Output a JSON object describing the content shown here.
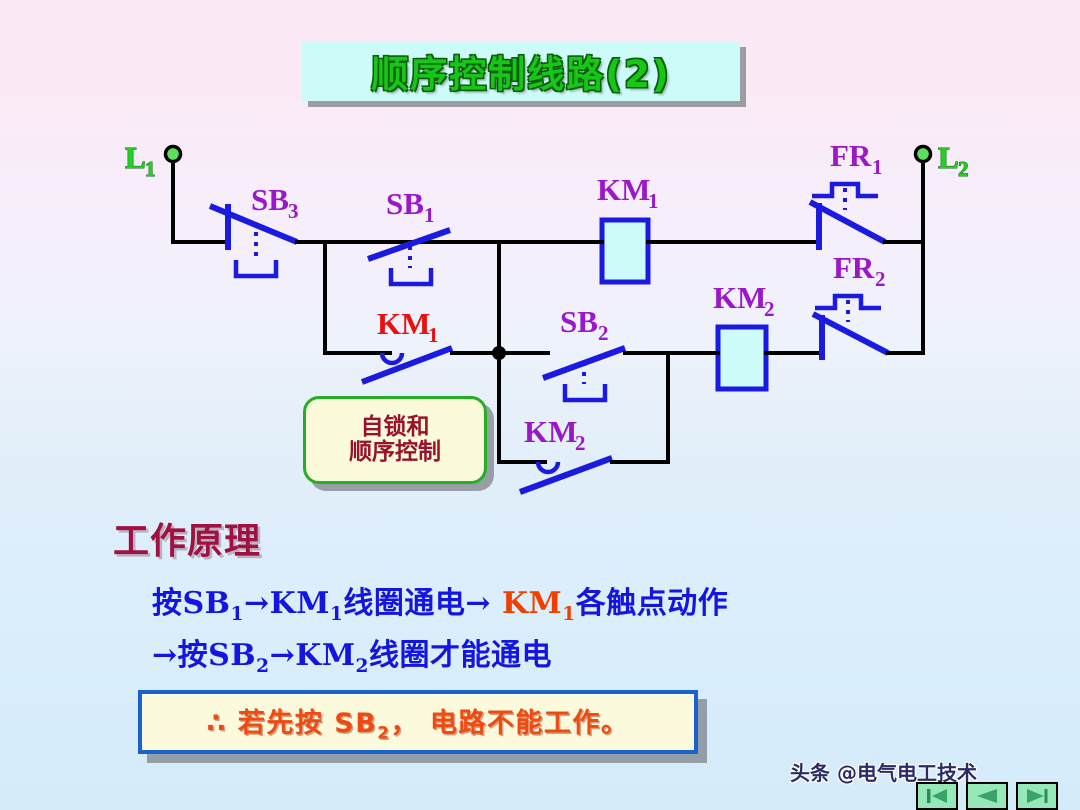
{
  "title": {
    "text": "顺序控制线路(2)"
  },
  "circuit": {
    "terminals": [
      {
        "id": "L1",
        "label": "L",
        "sub": "1"
      },
      {
        "id": "L2",
        "label": "L",
        "sub": "2"
      }
    ],
    "components": [
      {
        "id": "SB3",
        "label": "SB",
        "sub": "3",
        "kind": "pushbutton-nc",
        "desc": "stop-pushbutton"
      },
      {
        "id": "SB1",
        "label": "SB",
        "sub": "1",
        "kind": "pushbutton-no",
        "desc": "start-pushbutton-1"
      },
      {
        "id": "KM1_coil",
        "label": "KM",
        "sub": "1",
        "kind": "coil",
        "desc": "contactor-coil-1"
      },
      {
        "id": "FR1",
        "label": "FR",
        "sub": "1",
        "kind": "thermal-nc",
        "desc": "thermal-relay-1"
      },
      {
        "id": "KM1_aux",
        "label": "KM",
        "sub": "1",
        "kind": "contact-no",
        "desc": "self-hold-contact-1"
      },
      {
        "id": "SB2",
        "label": "SB",
        "sub": "2",
        "kind": "pushbutton-no",
        "desc": "start-pushbutton-2"
      },
      {
        "id": "KM2_coil",
        "label": "KM",
        "sub": "2",
        "kind": "coil",
        "desc": "contactor-coil-2"
      },
      {
        "id": "FR2",
        "label": "FR",
        "sub": "2",
        "kind": "thermal-nc",
        "desc": "thermal-relay-2"
      },
      {
        "id": "KM2_aux",
        "label": "KM",
        "sub": "2",
        "kind": "contact-no",
        "desc": "self-hold-contact-2"
      }
    ],
    "callout": {
      "line1": "自锁和",
      "line2": "顺序控制"
    }
  },
  "principle": {
    "heading": "工作原理",
    "line1_a": "按SB",
    "line1_a_sub": "1",
    "line1_b": "→KM",
    "line1_b_sub": "1",
    "line1_c": "线圈通电→ ",
    "line1_hl": "KM",
    "line1_hl_sub": "1",
    "line1_d": "各触点动作",
    "line2_a": "→按SB",
    "line2_a_sub": "2",
    "line2_b": "→KM",
    "line2_b_sub": "2",
    "line2_c": "线圈才能通电"
  },
  "conclusion": {
    "prefix": "∴ 若先按 SB",
    "sub": "2",
    "suffix": "， 电路不能工作。"
  },
  "watermark": {
    "text": "头条 @电气电工技术"
  },
  "nav": [
    {
      "id": "first",
      "icon": "first-page-icon",
      "glyph": "|◀"
    },
    {
      "id": "prev",
      "icon": "previous-page-icon",
      "glyph": "◀"
    },
    {
      "id": "next",
      "icon": "next-page-icon",
      "glyph": "▶|"
    }
  ],
  "colors": {
    "wire": "#000000",
    "symbol_blue": "#1a1ae0",
    "label_purple": "#9b18c8",
    "label_red": "#e81010",
    "terminal_green": "#5ae05a",
    "title_green": "#17c617",
    "coil_fill": "#ccfbfa"
  }
}
